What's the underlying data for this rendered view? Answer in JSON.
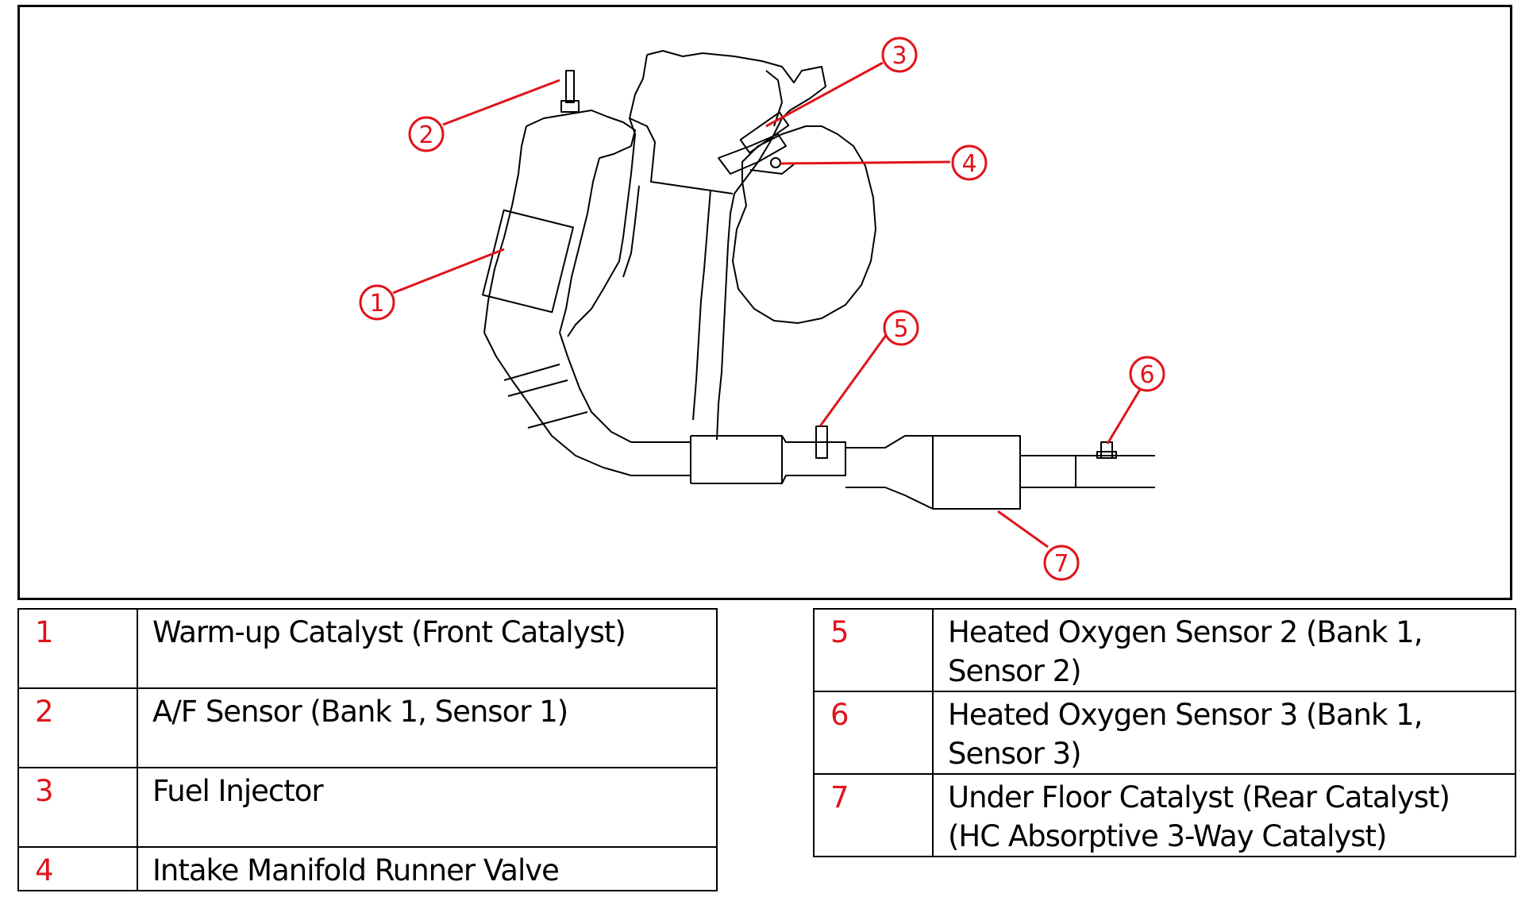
{
  "colors": {
    "callout": "#e0141b",
    "line_art": "#000000",
    "background": "#ffffff"
  },
  "callouts": [
    "1",
    "2",
    "3",
    "4",
    "5",
    "6",
    "7"
  ],
  "legend": [
    {
      "num": "1",
      "label": "Warm-up Catalyst (Front Catalyst)"
    },
    {
      "num": "2",
      "label": "A/F Sensor (Bank 1, Sensor 1)"
    },
    {
      "num": "3",
      "label": "Fuel Injector"
    },
    {
      "num": "4",
      "label": "Intake Manifold Runner Valve"
    },
    {
      "num": "5",
      "label": "Heated Oxygen Sensor 2 (Bank 1, Sensor 2)"
    },
    {
      "num": "6",
      "label": "Heated Oxygen Sensor 3 (Bank 1, Sensor 3)"
    },
    {
      "num": "7",
      "label": "Under Floor Catalyst (Rear Catalyst) (HC Absorptive 3-Way Catalyst)"
    }
  ]
}
